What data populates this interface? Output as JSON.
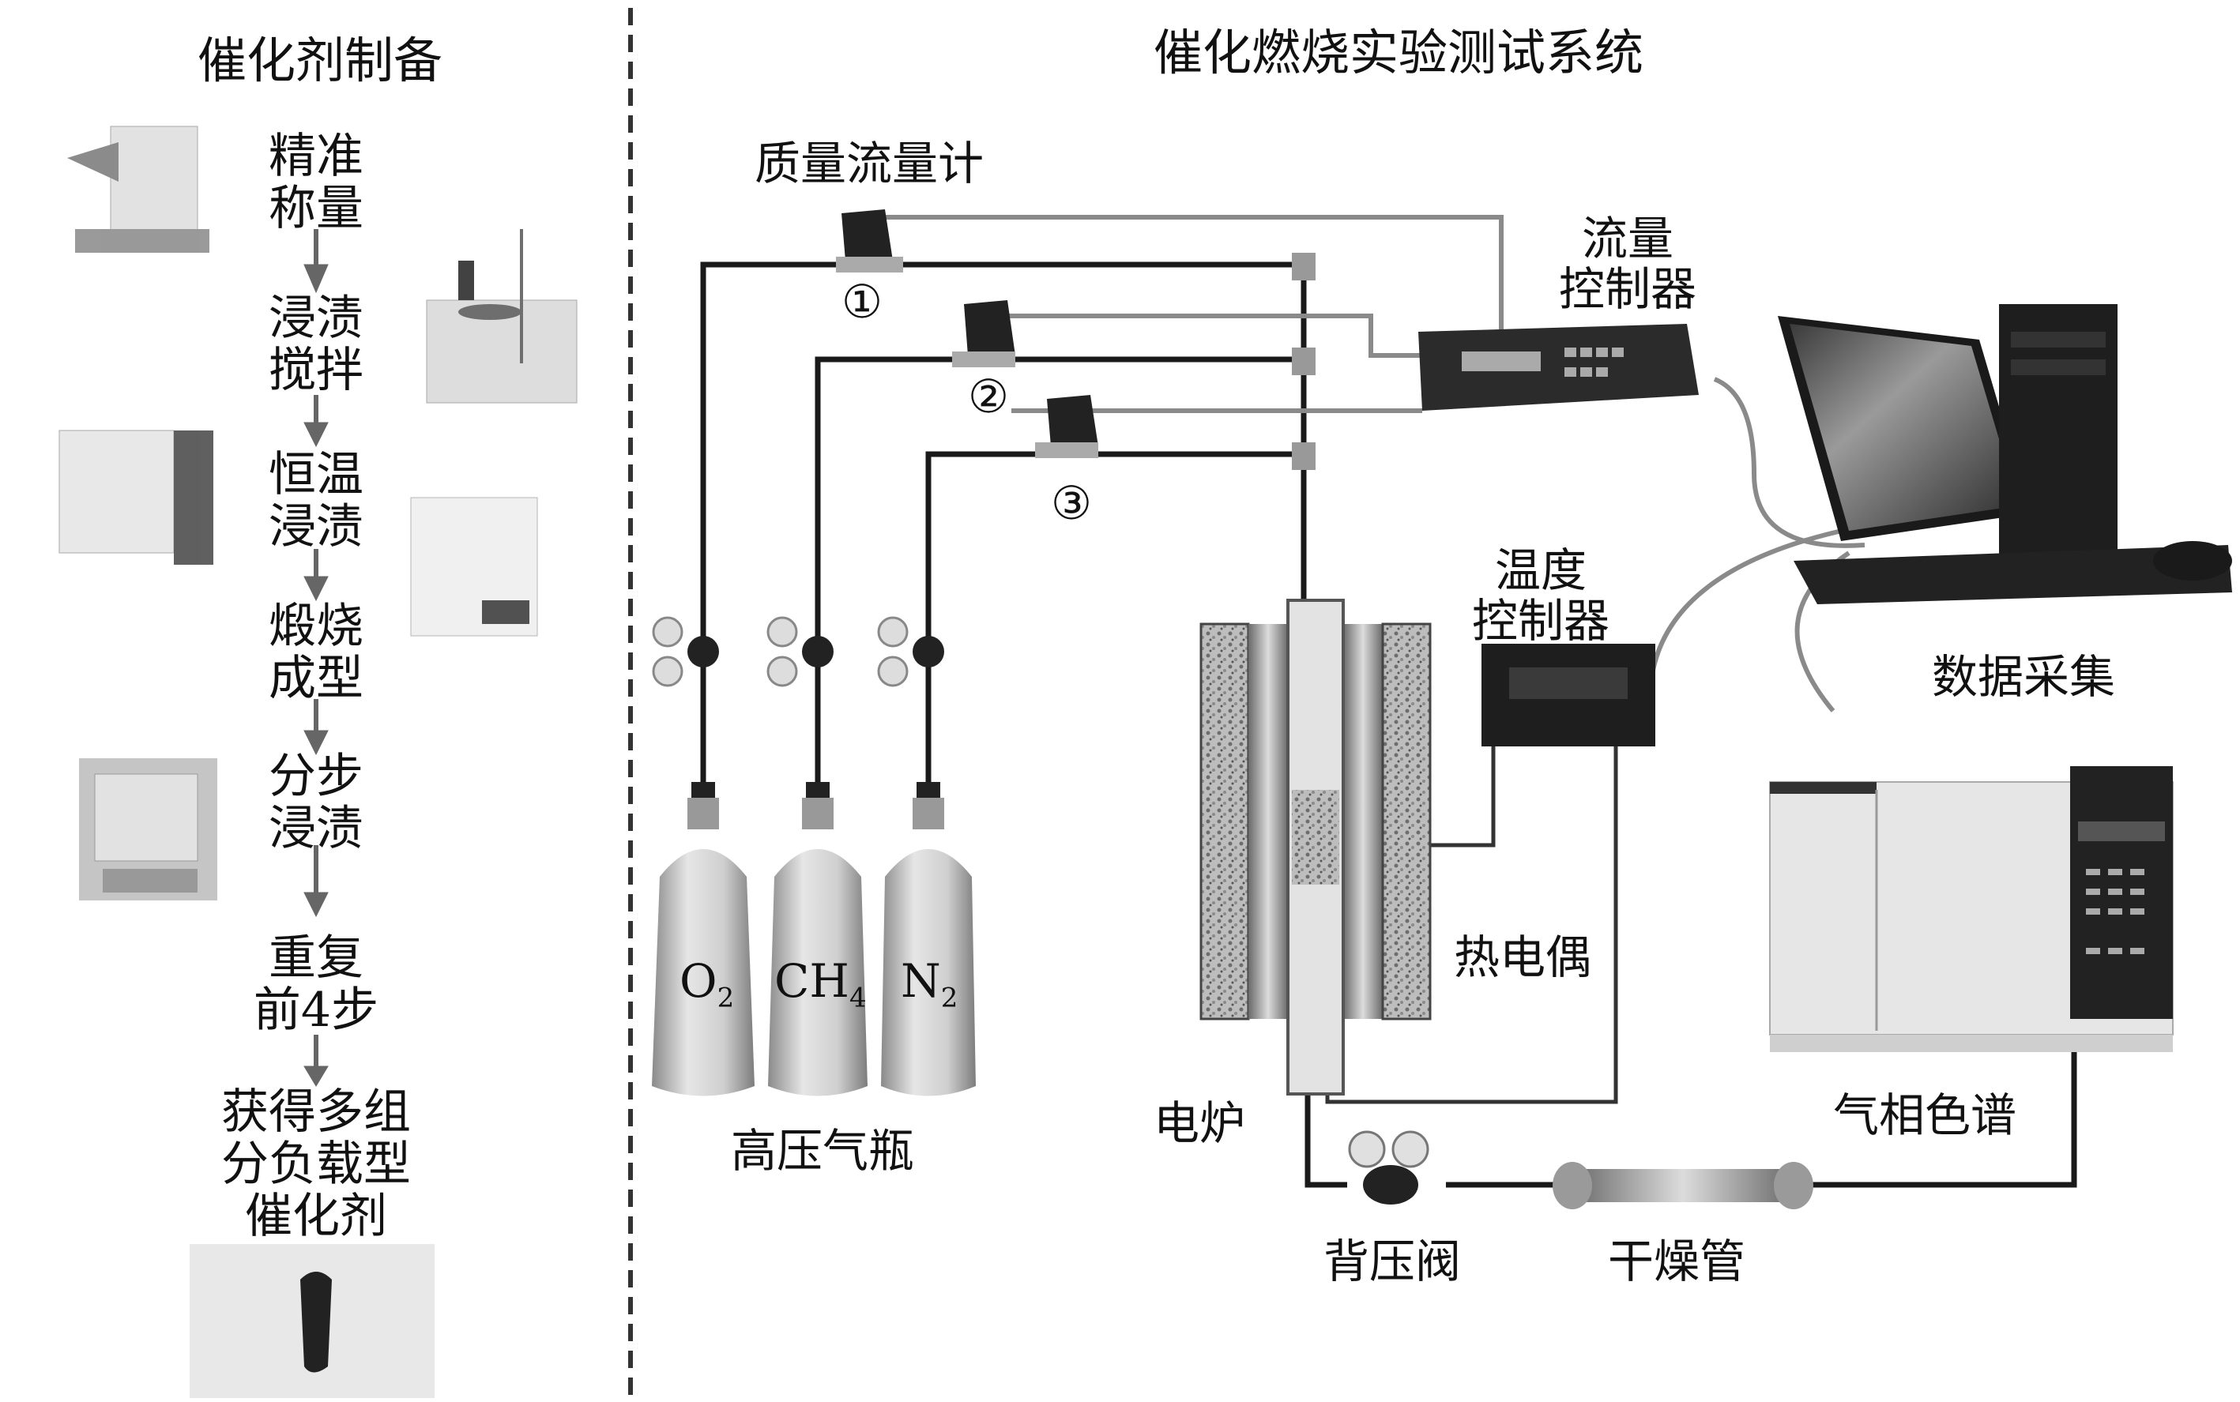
{
  "left_panel": {
    "title": "催化剂制备",
    "steps": [
      {
        "line1": "精准",
        "line2": "称量"
      },
      {
        "line1": "浸渍",
        "line2": "搅拌"
      },
      {
        "line1": "恒温",
        "line2": "浸渍"
      },
      {
        "line1": "煅烧",
        "line2": "成型"
      },
      {
        "line1": "分步",
        "line2": "浸渍"
      },
      {
        "line1": "重复",
        "line2": "前4步"
      }
    ],
    "final": {
      "line1": "获得多组",
      "line2": "分负载型",
      "line3": "催化剂"
    }
  },
  "right_panel": {
    "title": "催化燃烧实验测试系统",
    "mass_flow_meter": "质量流量计",
    "mfc_numbers": [
      "①",
      "②",
      "③"
    ],
    "flow_controller": {
      "line1": "流量",
      "line2": "控制器"
    },
    "temp_controller": {
      "line1": "温度",
      "line2": "控制器"
    },
    "data_acquisition": "数据采集",
    "thermocouple": "热电偶",
    "furnace": "电炉",
    "gas_chromatograph": "气相色谱",
    "back_pressure_valve": "背压阀",
    "drying_tube": "干燥管",
    "gas_cylinders_label": "高压气瓶",
    "cylinders": [
      {
        "main": "O",
        "sub": "2"
      },
      {
        "main": "CH",
        "sub": "4"
      },
      {
        "main": "N",
        "sub": "2"
      }
    ]
  }
}
